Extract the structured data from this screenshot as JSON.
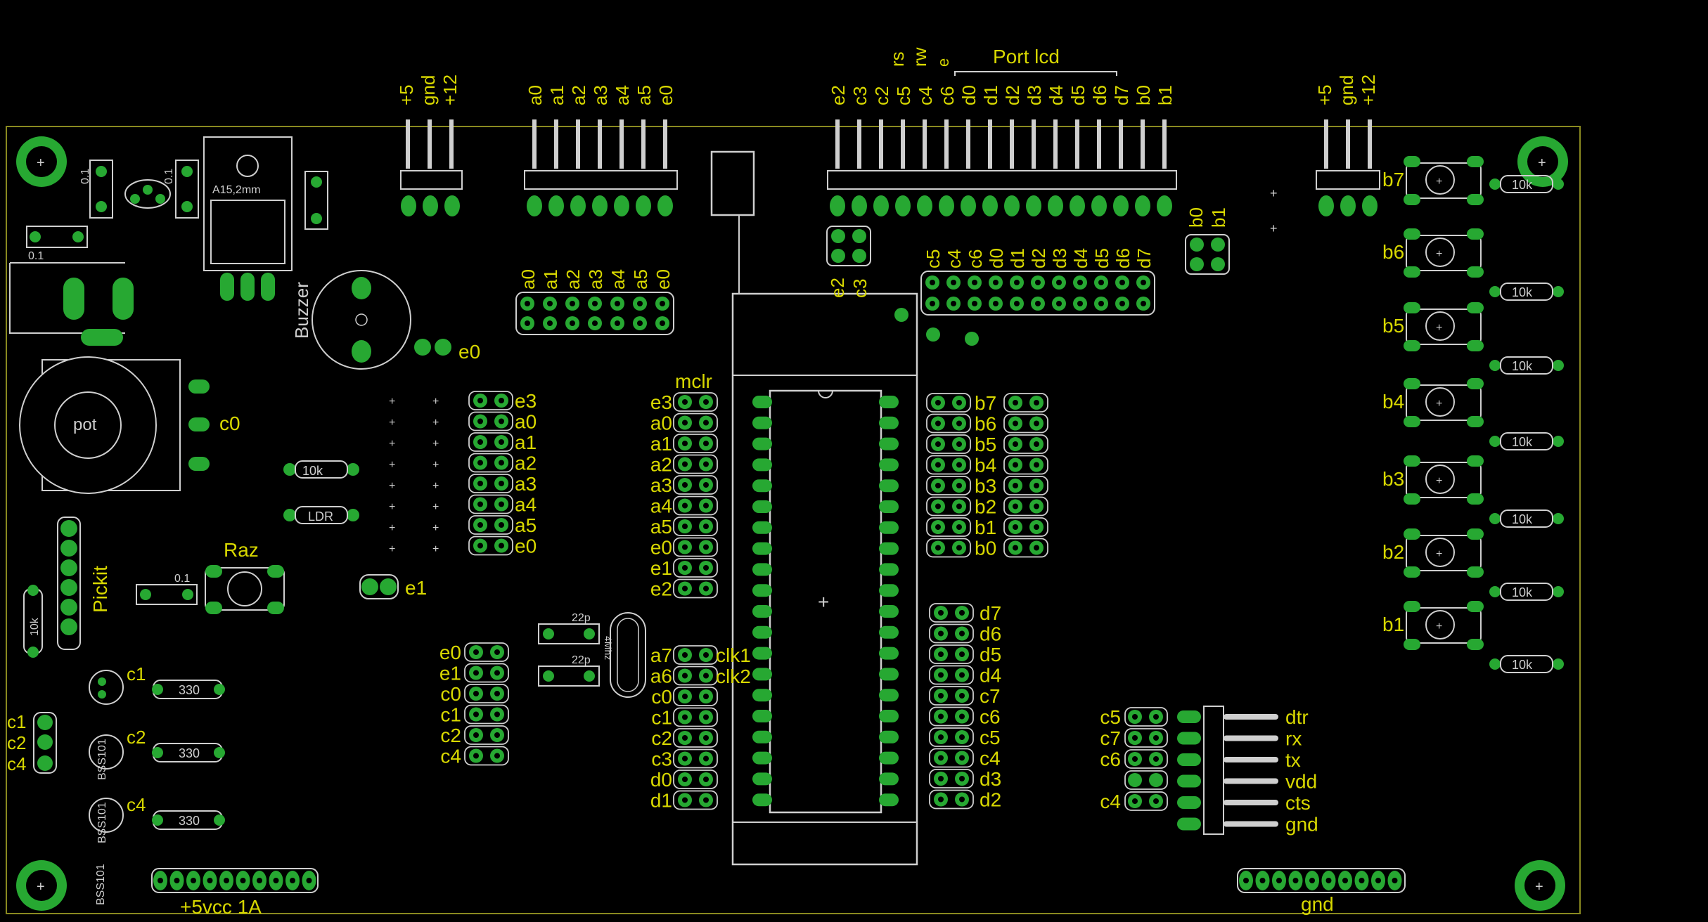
{
  "header_top_left": {
    "pins": [
      "+5",
      "gnd",
      "+12"
    ]
  },
  "header_port_a": {
    "pins": [
      "a0",
      "a1",
      "a2",
      "a3",
      "a4",
      "a5",
      "e0"
    ]
  },
  "port_lcd": {
    "title": "Port lcd",
    "control_labels": [
      "rs",
      "rw",
      "e"
    ],
    "pins": [
      "e2",
      "c3",
      "c2",
      "c5",
      "c4",
      "c6",
      "d0",
      "d1",
      "d2",
      "d3",
      "d4",
      "d5",
      "d6",
      "d7",
      "b0",
      "b1"
    ]
  },
  "header_top_right": {
    "pins": [
      "+5",
      "gnd",
      "+12"
    ]
  },
  "ic_labels": {
    "crystal": "A15,2mm",
    "buzzer": "Buzzer",
    "pot": "pot",
    "raz": "Raz",
    "pickit": "Pickit",
    "r10k": "10k",
    "ldr": "LDR",
    "cap_01": "0.1",
    "cap_22p": "22p",
    "xtal": "4Mhz"
  },
  "power": {
    "vcc": "+5vcc 1A",
    "gnd": "gnd"
  },
  "left_header_a": {
    "labels": [
      "e3",
      "a0",
      "a1",
      "a2",
      "a3",
      "a4",
      "a5",
      "e0"
    ]
  },
  "mid_header_a": {
    "labels": [
      "e3",
      "a0",
      "a1",
      "a2",
      "a3",
      "a4",
      "a5",
      "e0",
      "e1",
      "e2"
    ],
    "title": "mclr"
  },
  "mid_header_c": {
    "labels": [
      "a7",
      "a6",
      "c0",
      "c1",
      "c2",
      "c3",
      "d0",
      "d1"
    ],
    "clk": [
      "clk1",
      "clk2"
    ]
  },
  "left_header_e": {
    "labels": [
      "e0",
      "e1",
      "c0",
      "c1",
      "c2",
      "c4"
    ]
  },
  "port_b_header": {
    "labels": [
      "b7",
      "b6",
      "b5",
      "b4",
      "b3",
      "b2",
      "b1",
      "b0"
    ]
  },
  "port_d_header": {
    "labels": [
      "d7",
      "d6",
      "d5",
      "d4",
      "c7",
      "c6",
      "c5",
      "c4",
      "d3",
      "d2"
    ]
  },
  "lcd_sub_header": {
    "labels": [
      "c5",
      "c4",
      "c6",
      "d0",
      "d1",
      "d2",
      "d3",
      "d4",
      "d5",
      "d6",
      "d7"
    ]
  },
  "e2c3": {
    "labels": [
      "e2",
      "c3"
    ]
  },
  "b0b1": {
    "labels": [
      "b0",
      "b1"
    ]
  },
  "serial": {
    "left": [
      "c5",
      "c7",
      "c6",
      "c4"
    ],
    "pins": [
      "dtr",
      "rx",
      "tx",
      "vdd",
      "cts",
      "gnd"
    ]
  },
  "buttons": {
    "labels": [
      "b7",
      "b6",
      "b5",
      "b4",
      "b3",
      "b2",
      "b1"
    ],
    "resistor": "10k"
  },
  "leds": {
    "labels": [
      "c1",
      "c2",
      "c4"
    ],
    "resistor": "330",
    "transistor": "BSS101"
  },
  "misc": {
    "e0": "e0",
    "e1": "e1",
    "c0": "c0"
  },
  "colors": {
    "background": "#000000",
    "silk_label": "#d8d800",
    "pad": "#27a832",
    "outline": "#cfcfcf"
  }
}
